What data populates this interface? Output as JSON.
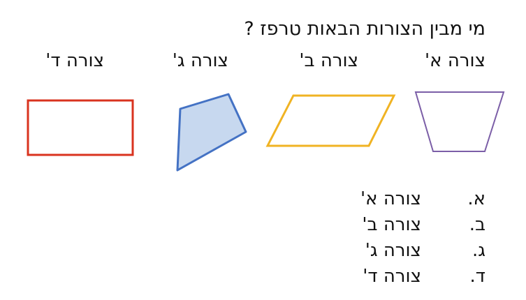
{
  "question": "מי מבין הצורות הבאות טרפז ?",
  "shape_labels": {
    "a": "צורה א'",
    "b": "צורה ב'",
    "c": "צורה ג'",
    "d": "צורה ד'"
  },
  "shape_colors": {
    "trapezoid_stroke": "#7b5ea7",
    "parallelogram_stroke": "#f0b323",
    "quadrilateral_stroke": "#4472c4",
    "quadrilateral_fill": "#c7d8ef",
    "rectangle_stroke": "#d9331f"
  },
  "answers": [
    {
      "letter": "א.",
      "text": "צורה א'"
    },
    {
      "letter": "ב.",
      "text": "צורה ב'"
    },
    {
      "letter": "ג.",
      "text": "צורה ג'"
    },
    {
      "letter": "ד.",
      "text": "צורה ד'"
    }
  ]
}
